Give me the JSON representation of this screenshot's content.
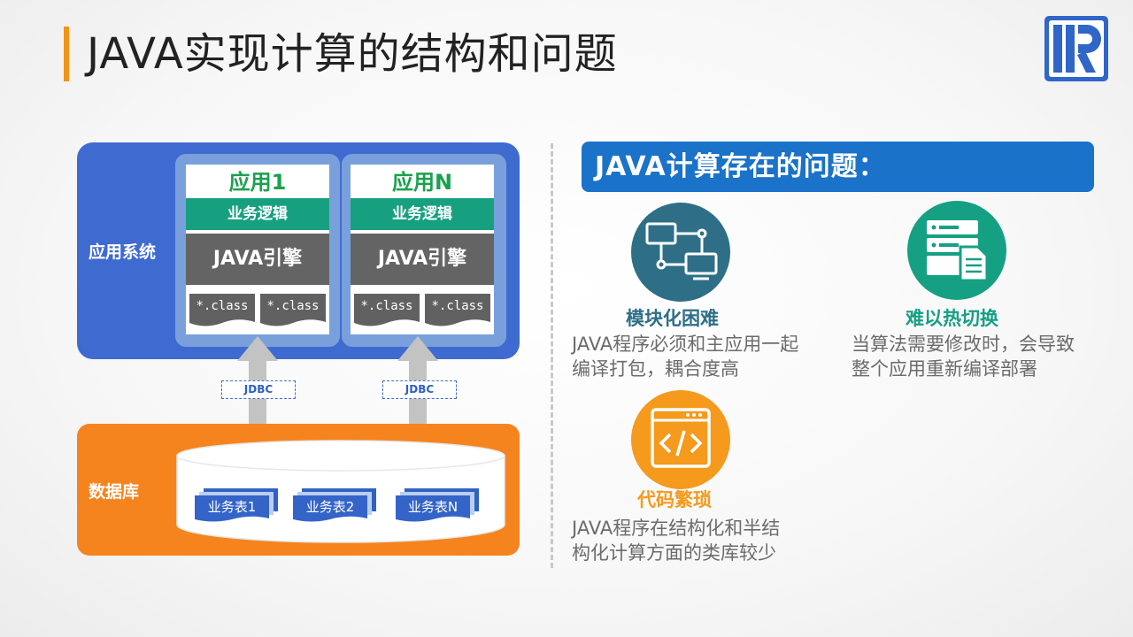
{
  "title": "JAVA实现计算的结构和问题",
  "colors": {
    "accent_orange": "#f39214",
    "app_blue": "#3f6bd0",
    "logic_green": "#17a07f",
    "app_name_green": "#1aa14f",
    "engine_gray": "#646464",
    "db_orange": "#f5841f",
    "header_blue": "#1a72c9",
    "issue1_color": "#2e6f87",
    "issue2_color": "#15a083",
    "issue3_color": "#f59a1d"
  },
  "architecture": {
    "app_system_label": "应用系统",
    "apps": [
      {
        "name": "应用1",
        "logic": "业务逻辑",
        "engine": "JAVA引擎",
        "classes": [
          "*.class",
          "*.class"
        ]
      },
      {
        "name": "应用N",
        "logic": "业务逻辑",
        "engine": "JAVA引擎",
        "classes": [
          "*.class",
          "*.class"
        ]
      }
    ],
    "connectors": [
      "JDBC",
      "JDBC"
    ],
    "database_label": "数据库",
    "tables": [
      "业务表1",
      "业务表2",
      "业务表N"
    ]
  },
  "problems": {
    "header": "JAVA计算存在的问题：",
    "items": [
      {
        "title": "模块化困难",
        "icon": "network-monitor-icon",
        "desc_line1": "JAVA程序必须和主应用一起",
        "desc_line2": "编译打包，耦合度高"
      },
      {
        "title": "难以热切换",
        "icon": "server-document-icon",
        "desc_line1": "当算法需要修改时，会导致",
        "desc_line2": "整个应用重新编译部署"
      },
      {
        "title": "代码繁琐",
        "icon": "code-window-icon",
        "desc_line1": "JAVA程序在结构化和半结",
        "desc_line2": "构化计算方面的类库较少"
      }
    ]
  }
}
